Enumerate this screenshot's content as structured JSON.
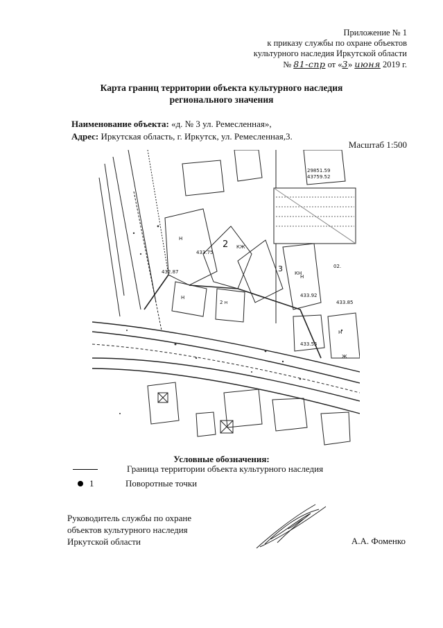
{
  "appendix": {
    "line1": "Приложение № 1",
    "line2": "к приказу службы по охране объектов",
    "line3": "культурного наследия Иркутской области",
    "number_prefix": "№",
    "number_hand": "81-спр",
    "date_from": "от «",
    "date_day": "3",
    "date_mid": "»",
    "date_month": "июня",
    "date_year": "2019 г."
  },
  "title": {
    "line1": "Карта границ территории объекта культурного наследия",
    "line2": "регионального значения"
  },
  "object": {
    "name_label": "Наименование объекта:",
    "name_value": " «д. № 3 ул. Ремесленная»,",
    "address_label": "Адрес:",
    "address_value": " Иркутская область, г. Иркутск, ул. Ремесленная,3."
  },
  "scale": "Масштаб 1:500",
  "map": {
    "labels": {
      "l_2": "2",
      "l_3": "3",
      "l_kzh": "КЖ",
      "l_n1": "Н",
      "l_n2": "Н",
      "l_n3": "Н",
      "l_n4": "Н",
      "l_zh": "Ж",
      "l_02": "02.",
      "l_kn": "КН",
      "l_e1": "433.92",
      "l_e2": "433.85",
      "l_e3": "432.87",
      "l_e4": "433.55",
      "l_e5": "433.75",
      "l_e6": "29851.59",
      "l_e7": "43759.52",
      "l_2n": "2 н"
    }
  },
  "legend": {
    "title": "Условные обозначения:",
    "boundary_text": "Граница территории объекта культурного наследия",
    "point_num": "1",
    "point_text": "Поворотные точки"
  },
  "signer": {
    "line1": "Руководитель службы по охране",
    "line2": "объектов культурного наследия",
    "line3": "Иркутской области",
    "name": "А.А. Фоменко"
  }
}
